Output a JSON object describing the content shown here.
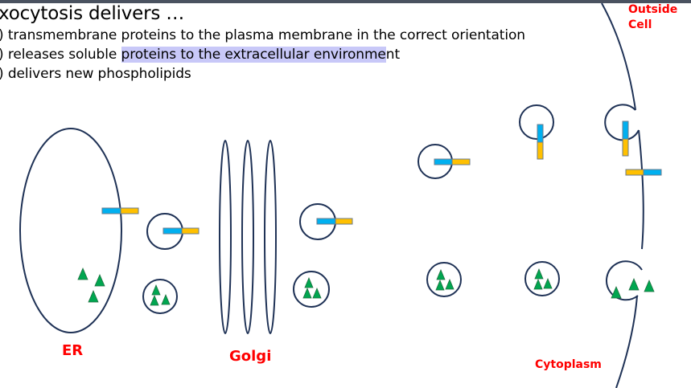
{
  "slide": {
    "title": "xocytosis delivers …",
    "items": [
      {
        "prefix": ") ",
        "text": "transmembrane proteins to the plasma membrane in the correct orientation"
      },
      {
        "prefix": ") ",
        "text_before": "releases soluble ",
        "text_highlight": "proteins to the extracellular environme",
        "text_after": "nt"
      },
      {
        "prefix": ") ",
        "text": "delivers new phospholipids"
      }
    ]
  },
  "diagram": {
    "labels": {
      "er": "ER",
      "golgi": "Golgi",
      "cytoplasm": "Cytoplasm",
      "outside_cell_line1": "Outside",
      "outside_cell_line2": "Cell"
    },
    "colors": {
      "membrane": "#1f3256",
      "cytosolic_domain": "#00b0f0",
      "lumenal_domain": "#ffc000",
      "soluble_protein": "#00a650",
      "label": "#ff0000",
      "highlight": "#c8c8f8"
    }
  }
}
